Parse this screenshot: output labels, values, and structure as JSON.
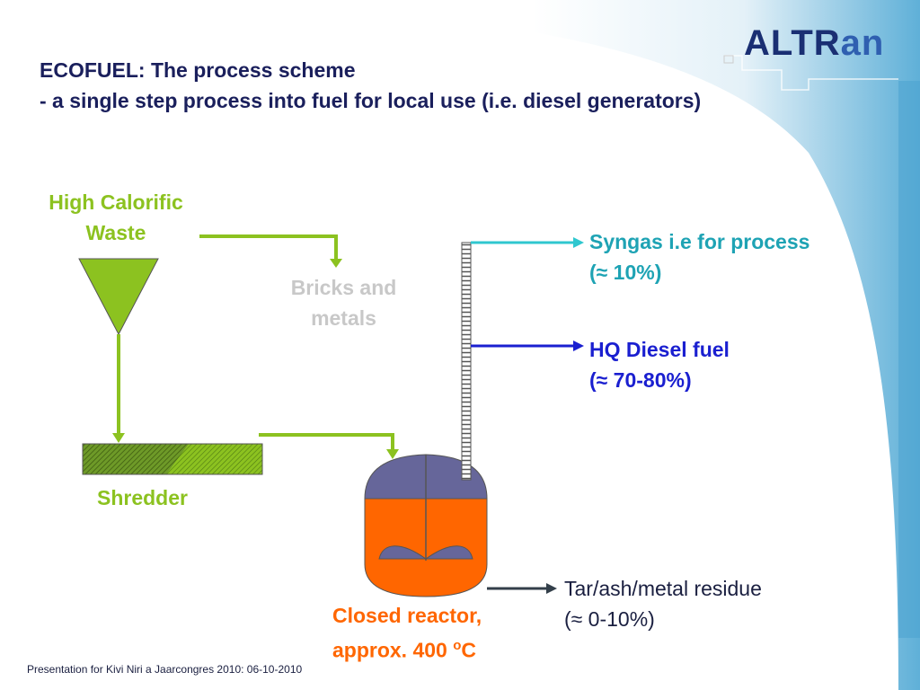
{
  "title": {
    "line1": "ECOFUEL: The process scheme",
    "line2": "- a single step process into fuel for local use (i.e. diesel generators)"
  },
  "logo": {
    "part_a": "ALTR",
    "part_b": "an"
  },
  "nodes": {
    "waste": {
      "line1": "High Calorific",
      "line2": "Waste"
    },
    "bricks": {
      "line1": "Bricks and",
      "line2": "metals"
    },
    "shredder": {
      "label": "Shredder"
    },
    "reactor": {
      "line1": "Closed reactor,",
      "line2_prefix": "approx. 400 ",
      "line2_sup": "o",
      "line2_suffix": "C"
    }
  },
  "outputs": {
    "syngas": {
      "line1": "Syngas i.e for process",
      "line2": "(≈ 10%)"
    },
    "diesel": {
      "line1": "HQ Diesel fuel",
      "line2": "(≈  70-80%)"
    },
    "tar": {
      "line1": "Tar/ash/metal residue",
      "line2": "(≈ 0-10%)"
    }
  },
  "footer": "Presentation for Kivi Niri a Jaarcongres 2010: 06-10-2010",
  "colors": {
    "title": "#1a1f5c",
    "green": "#8cc220",
    "syngas": "#1ea3b4",
    "diesel": "#1a1fd0",
    "reactor_orange": "#ff6600",
    "reactor_lid": "#66669a",
    "residue_arrow": "#333f4a",
    "bricks_gray": "#c8c8c8"
  }
}
